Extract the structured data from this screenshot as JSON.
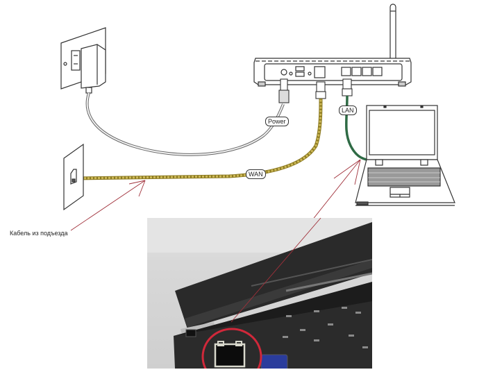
{
  "diagram": {
    "title": "Router connection diagram",
    "devices": [
      {
        "id": "power-adapter",
        "label": "Power adapter in wall outlet"
      },
      {
        "id": "router",
        "label": "Wireless router (rear panel)"
      },
      {
        "id": "wall-jack",
        "label": "Wall network jack"
      },
      {
        "id": "laptop",
        "label": "Laptop"
      }
    ],
    "cables": [
      {
        "id": "power",
        "label": "Power",
        "color": "#9a9a9a",
        "from": "power-adapter",
        "to": "router"
      },
      {
        "id": "wan",
        "label": "WAN",
        "color": "#b9a23a",
        "from": "wall-jack",
        "to": "router"
      },
      {
        "id": "lan",
        "label": "LAN",
        "color": "#2f6b45",
        "from": "router",
        "to": "laptop"
      }
    ],
    "annotations": {
      "incoming_cable": "Кабель из подъезда",
      "arrow_color": "#a0303a"
    },
    "inset_photo": {
      "label": "Laptop side Ethernet port close-up",
      "highlight_color": "#d0283a"
    }
  }
}
